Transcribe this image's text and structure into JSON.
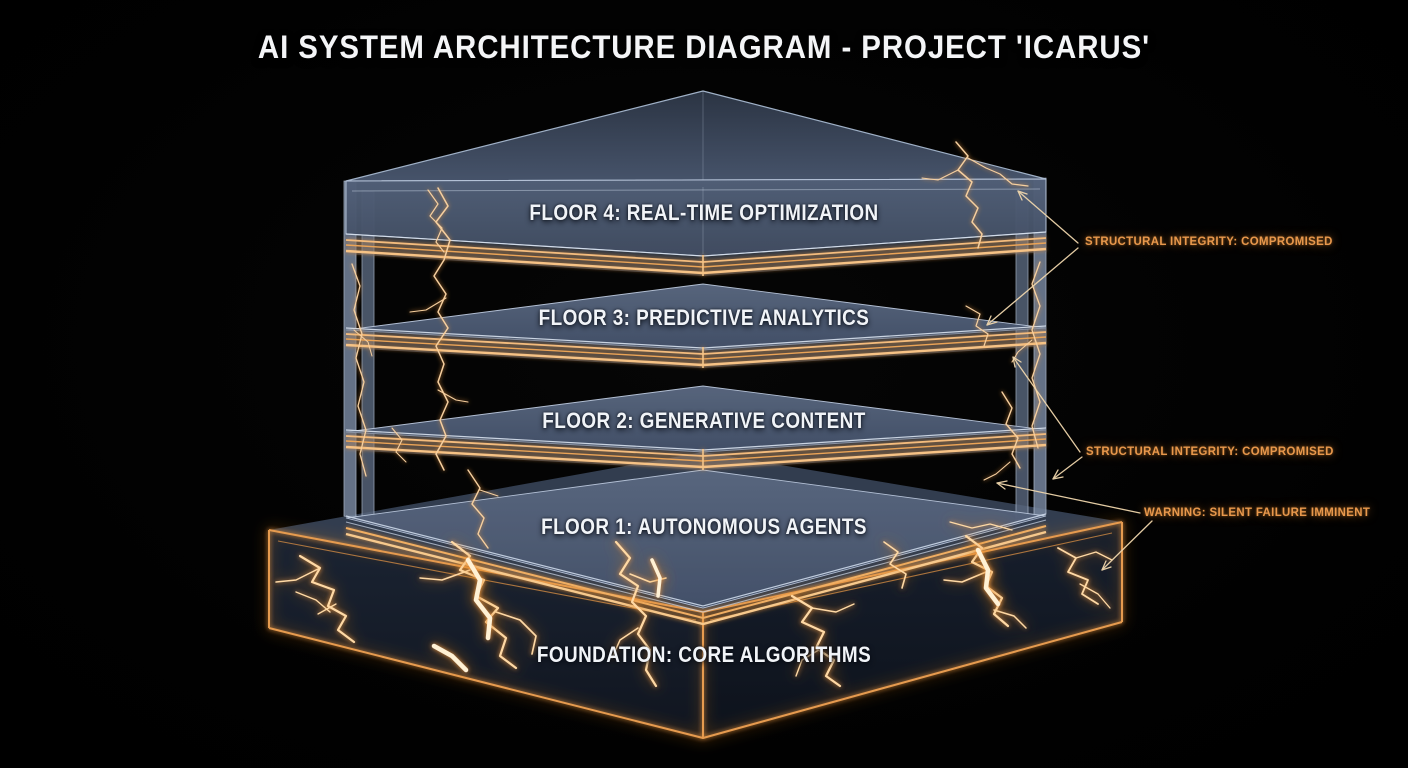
{
  "title": "AI SYSTEM ARCHITECTURE DIAGRAM - PROJECT 'ICARUS'",
  "building": {
    "floors": [
      {
        "id": "floor-4",
        "label": "FLOOR 4: REAL-TIME OPTIMIZATION"
      },
      {
        "id": "floor-3",
        "label": "FLOOR 3: PREDICTIVE ANALYTICS"
      },
      {
        "id": "floor-2",
        "label": "FLOOR 2: GENERATIVE CONTENT"
      },
      {
        "id": "floor-1",
        "label": "FLOOR 1: AUTONOMOUS AGENTS"
      },
      {
        "id": "foundation",
        "label": "FOUNDATION: CORE ALGORITHMS"
      }
    ]
  },
  "annotations": [
    {
      "id": "structural-integrity-upper",
      "label": "STRUCTURAL INTEGRITY: COMPROMISED"
    },
    {
      "id": "structural-integrity-lower",
      "label": "STRUCTURAL INTEGRITY: COMPROMISED"
    },
    {
      "id": "warning-silent-failure",
      "label": "WARNING: SILENT FAILURE IMMINENT"
    }
  ],
  "colors": {
    "background": "#000000",
    "title_text": "#f4f5f7",
    "floor_label_text": "#f1f4f8",
    "annotation_text": "#e8984c",
    "panel_slate": "#4d5a71",
    "panel_edge": "#becbdf",
    "slab_glow": "#f6c285",
    "foundation_edge": "#e69b50",
    "crack_hot": "#fff1d4"
  }
}
